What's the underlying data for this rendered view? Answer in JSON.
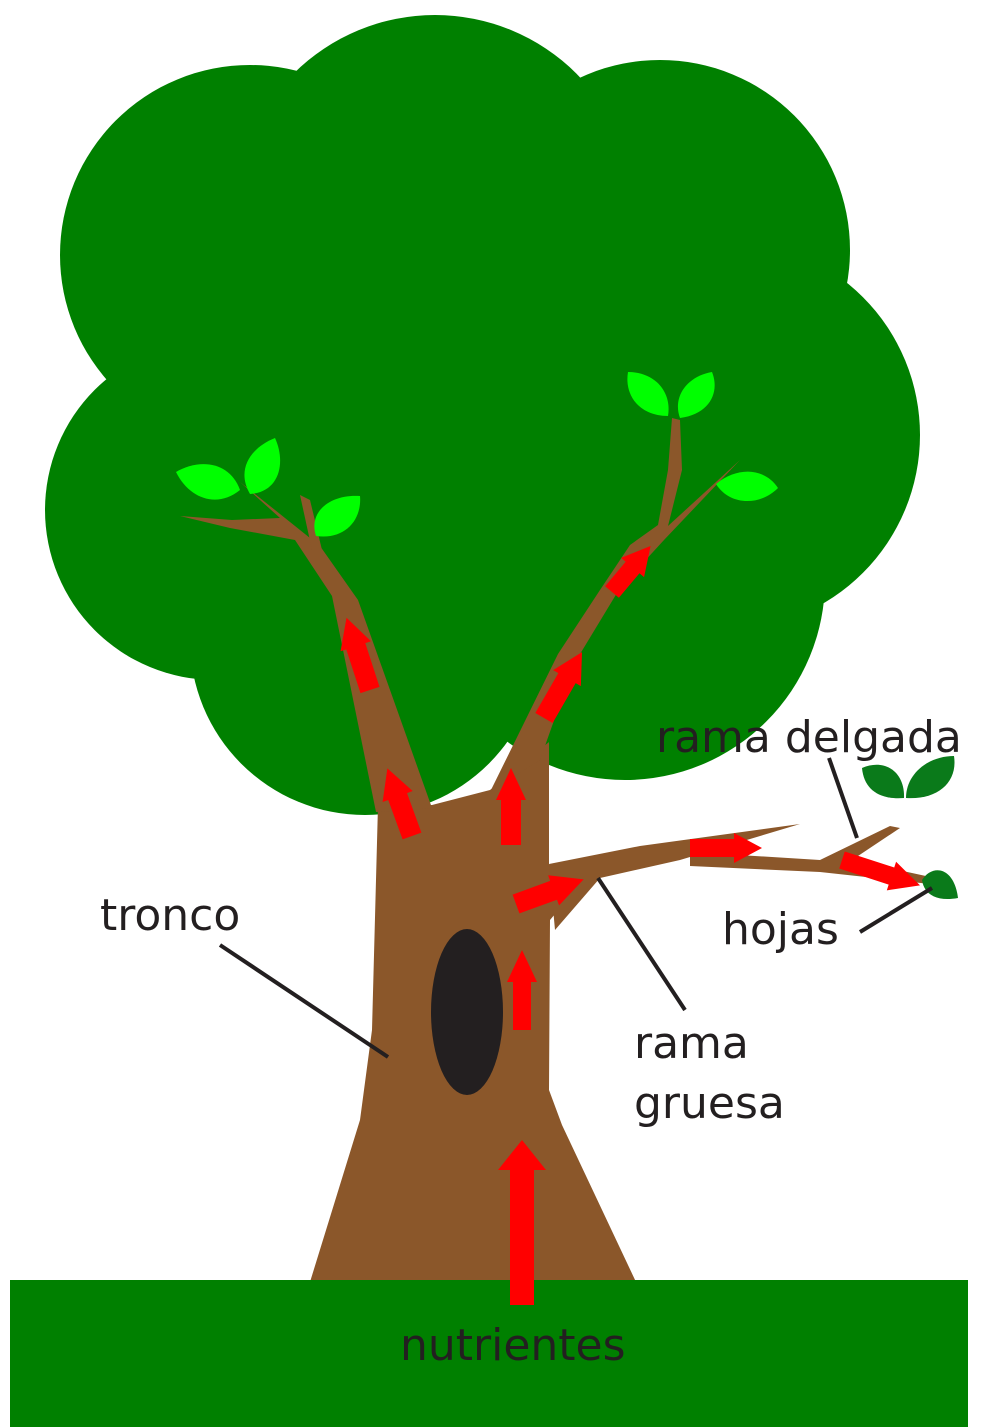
{
  "labels": {
    "tronco": "tronco",
    "rama_gruesa_line1": "rama",
    "rama_gruesa_line2": "gruesa",
    "rama_delgada": "rama delgada",
    "hojas": "hojas",
    "nutrientes": "nutrientes"
  },
  "colors": {
    "canopy": "#008000",
    "ground": "#008000",
    "trunk": "#8b572a",
    "hole": "#231f20",
    "young_leaf": "#00ff00",
    "small_leaf": "#0a7a1a",
    "arrow": "#ff0000",
    "text": "#231f20"
  }
}
